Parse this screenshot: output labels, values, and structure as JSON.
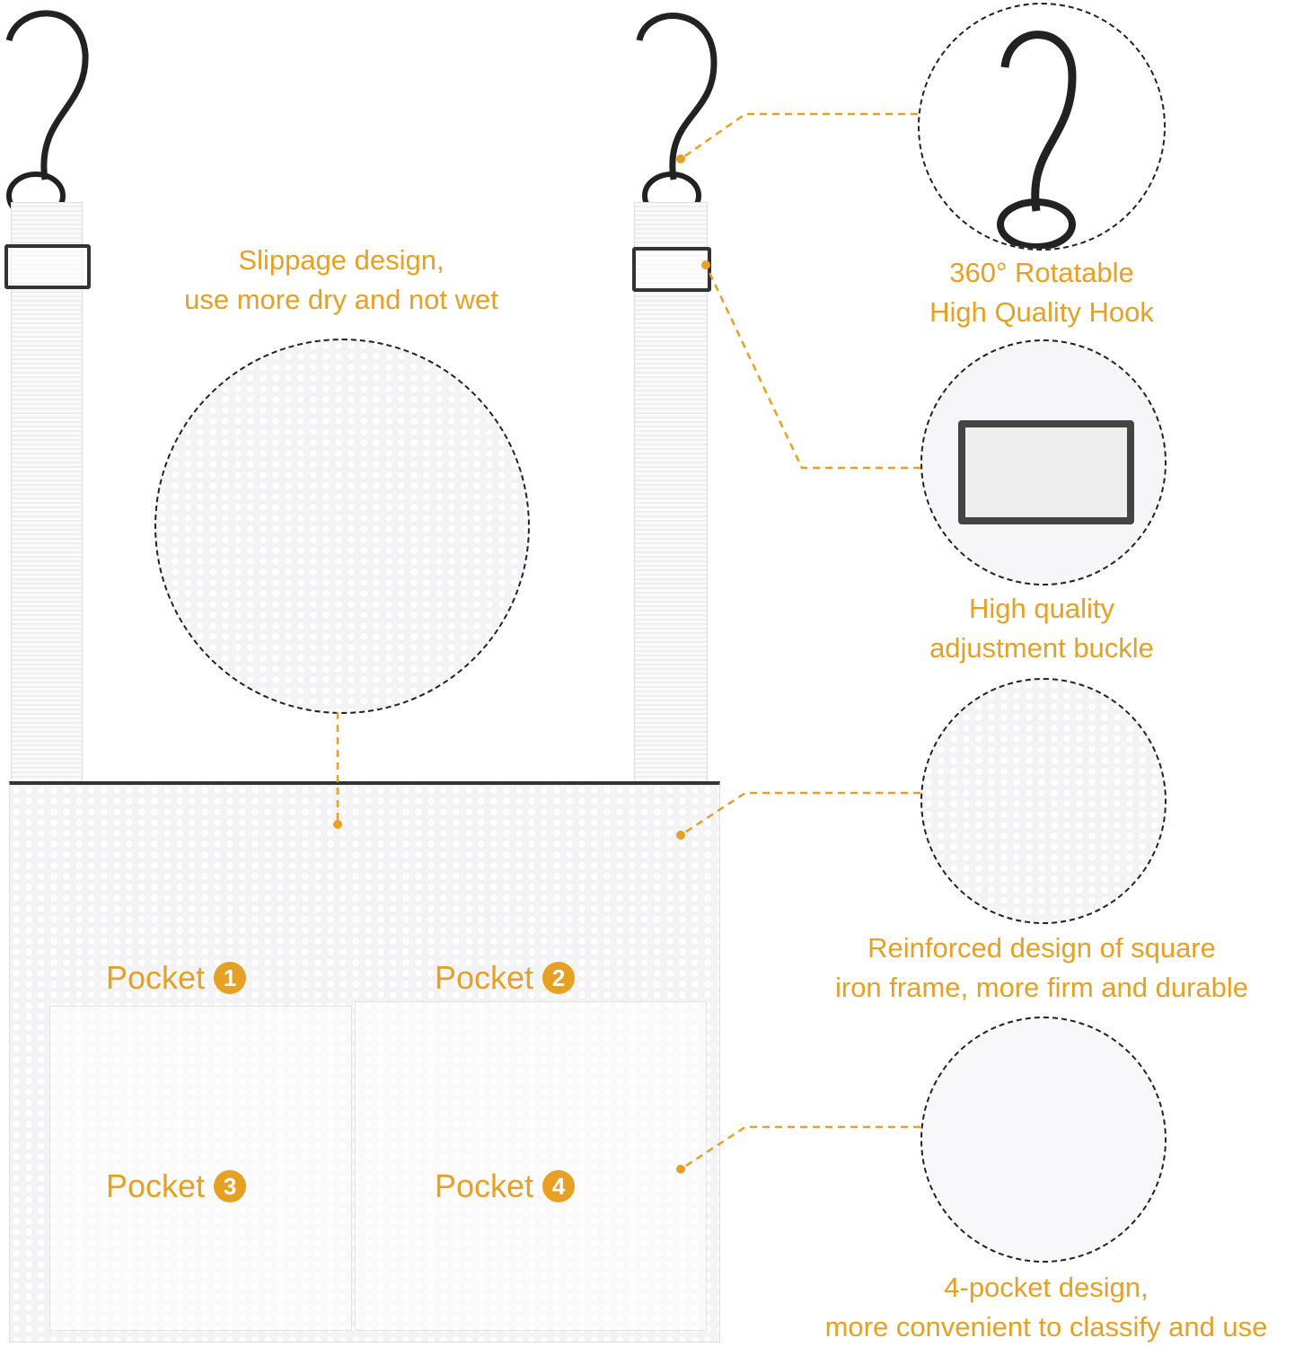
{
  "accent_color": "#E6A024",
  "callouts": {
    "slippage": [
      "Slippage design,",
      "use more dry and not wet"
    ],
    "hook": [
      "360° Rotatable",
      "High Quality Hook"
    ],
    "buckle": [
      "High quality",
      "adjustment buckle"
    ],
    "frame": [
      "Reinforced design of square",
      "iron frame, more firm and durable"
    ],
    "pockets": [
      "4-pocket design,",
      "more convenient to classify and use"
    ]
  },
  "pockets": [
    {
      "label": "Pocket",
      "number": "1"
    },
    {
      "label": "Pocket",
      "number": "2"
    },
    {
      "label": "Pocket",
      "number": "3"
    },
    {
      "label": "Pocket",
      "number": "4"
    }
  ]
}
